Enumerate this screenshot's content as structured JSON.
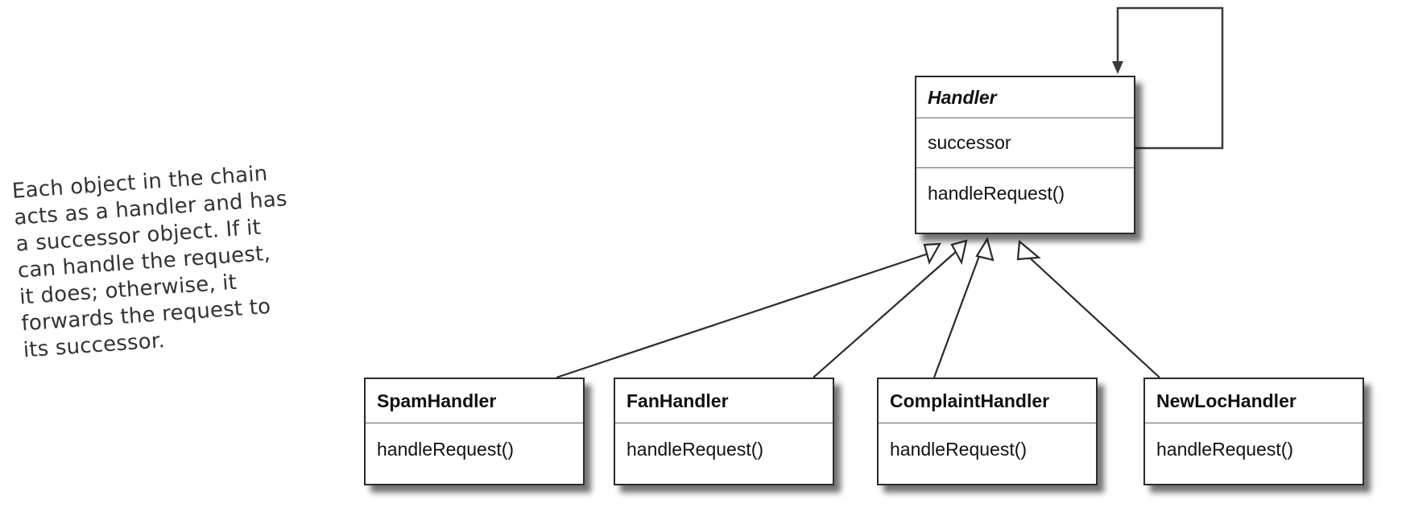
{
  "handler": {
    "name": "Handler",
    "attribute": "successor",
    "method": "handleRequest()"
  },
  "subclasses": [
    {
      "name": "SpamHandler",
      "method": "handleRequest()"
    },
    {
      "name": "FanHandler",
      "method": "handleRequest()"
    },
    {
      "name": "ComplaintHandler",
      "method": "handleRequest()"
    },
    {
      "name": "NewLocHandler",
      "method": "handleRequest()"
    }
  ],
  "annotation": {
    "lines": [
      "Each object in the chain",
      "acts as a handler and has",
      "a successor object.  If it",
      "can handle the request,",
      "it does; otherwise, it",
      "forwards the request to",
      "its successor."
    ]
  },
  "colors": {
    "line": "#3a3a3a",
    "box_border": "#2b2b2b",
    "annotation_text": "#333333"
  }
}
